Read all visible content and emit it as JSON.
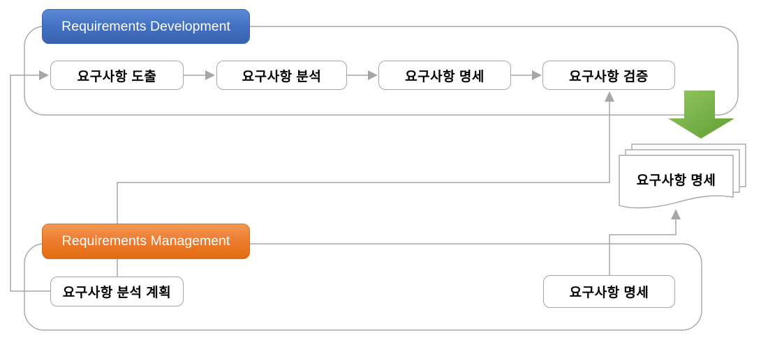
{
  "diagram": {
    "title_hint": "Requirements engineering process diagram",
    "development": {
      "badge_label": "Requirements Development",
      "boxes": [
        {
          "label": "요구사항 도출"
        },
        {
          "label": "요구사항 분석"
        },
        {
          "label": "요구사항 명세"
        },
        {
          "label": "요구사항 검증"
        }
      ]
    },
    "management": {
      "badge_label": "Requirements Management",
      "boxes": [
        {
          "label": "요구사항 분석 계획"
        },
        {
          "label": "요구사항 명세"
        }
      ]
    },
    "document": {
      "label": "요구사항 명세"
    },
    "colors": {
      "dev_badge_blue": "#4472c4",
      "mgmt_badge_orange": "#ed7d31",
      "green_arrow": "#70ad47",
      "connector_gray": "#a6a6a6",
      "box_text": "#000000",
      "badge_text": "#ffffff"
    }
  }
}
